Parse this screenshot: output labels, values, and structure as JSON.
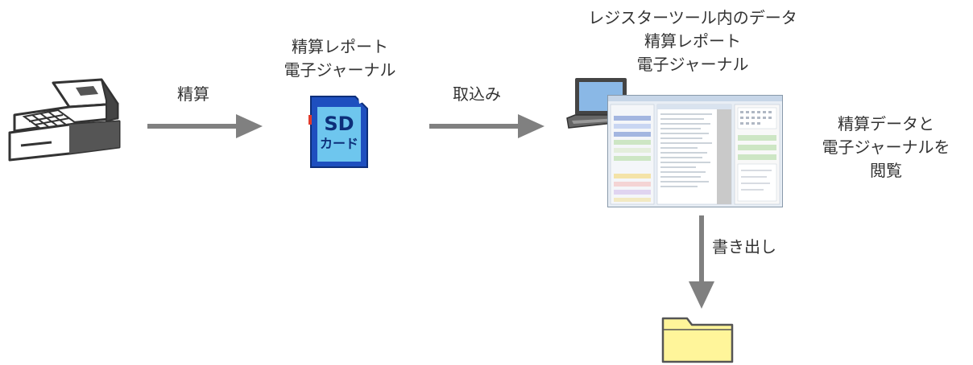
{
  "steps": {
    "settle_label": "精算",
    "sd_caption": [
      "精算レポート",
      "電子ジャーナル"
    ],
    "sd_card_text": [
      "SD",
      "カード"
    ],
    "import_label": "取込み",
    "tool_caption": [
      "レジスターツール内のデータ",
      "精算レポート",
      "電子ジャーナル"
    ],
    "view_caption": [
      "精算データと",
      "電子ジャーナルを",
      "閲覧"
    ],
    "export_label": "書き出し"
  },
  "colors": {
    "arrow": "#808080",
    "sd_card": "#1e4fbf",
    "sd_label_bg": "#6ec6ee",
    "folder": "#fff59a",
    "folder_stroke": "#555555"
  },
  "icons": [
    "cash-register-icon",
    "sd-card-icon",
    "laptop-icon",
    "screenshot-window",
    "folder-icon"
  ]
}
